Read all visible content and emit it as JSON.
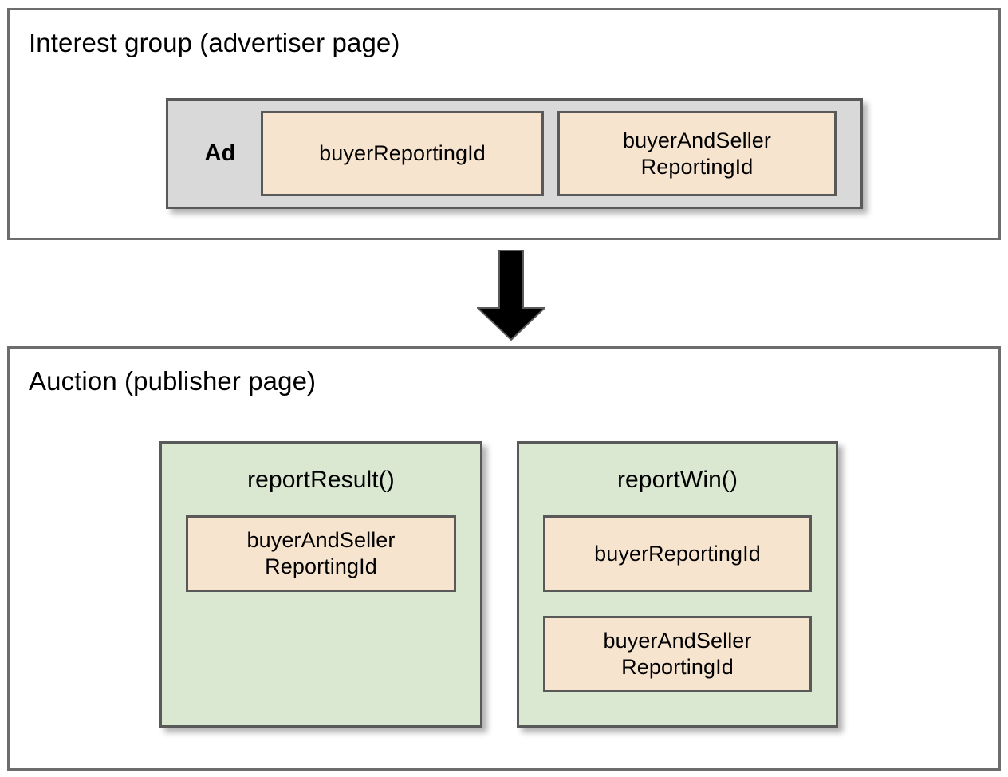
{
  "diagram": {
    "title_semantic": "protected-audience-reporting-ids-flow",
    "colors": {
      "background": "#ffffff",
      "frame_border": "#6d6d6d",
      "box_border": "#595959",
      "ad_box_fill": "#d9d9d9",
      "field_fill": "#f7e4cf",
      "function_box_fill": "#dae8d2",
      "arrow_fill": "#000000",
      "text": "#000000"
    },
    "sections": [
      {
        "id": "interest-group",
        "title": "Interest group (advertiser page)",
        "ad_group": {
          "label": "Ad",
          "fields": [
            {
              "label": "buyerReportingId"
            },
            {
              "label": "buyerAndSeller\nReportingId",
              "line1": "buyerAndSeller",
              "line2": "ReportingId"
            }
          ]
        }
      },
      {
        "id": "auction",
        "title": "Auction (publisher page)",
        "functions": [
          {
            "name": "reportResult()",
            "fields": [
              {
                "line1": "buyerAndSeller",
                "line2": "ReportingId"
              }
            ]
          },
          {
            "name": "reportWin()",
            "fields": [
              {
                "line1": "buyerReportingId",
                "line2": ""
              },
              {
                "line1": "buyerAndSeller",
                "line2": "ReportingId"
              }
            ]
          }
        ]
      }
    ],
    "connector": {
      "icon": "down-arrow-icon",
      "direction": "down"
    }
  }
}
